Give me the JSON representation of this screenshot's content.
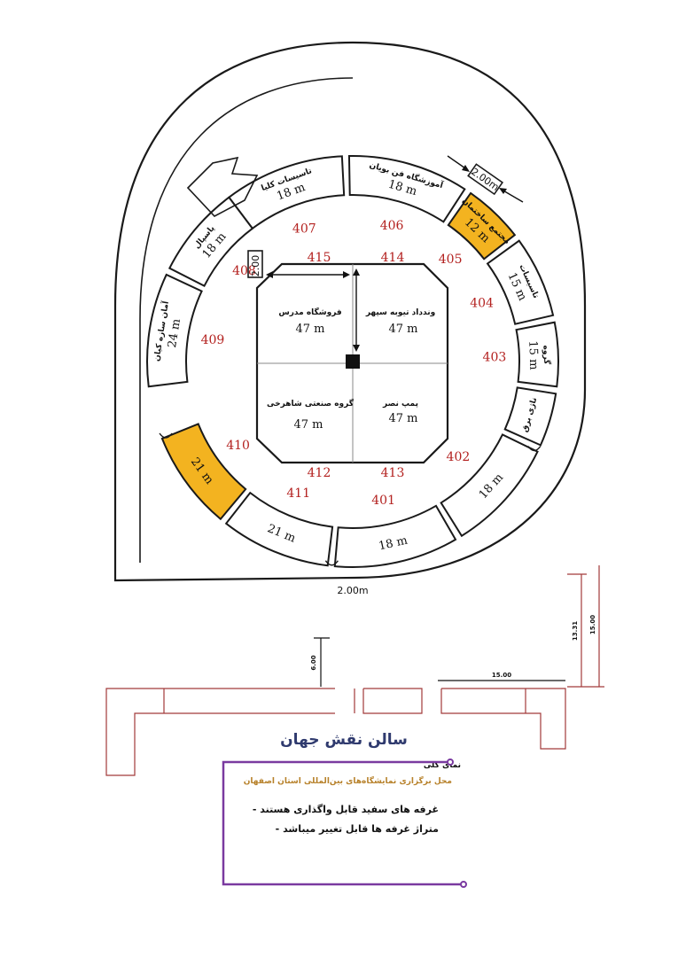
{
  "colors": {
    "highlight": "#f3b320",
    "booth": "#ffffff",
    "number": "#b3211f",
    "purple": "#7a3aa0",
    "title": "#2f3a6e"
  },
  "booths": [
    {
      "id": "407",
      "name": "تاسیسات کلیا",
      "size": "18 m",
      "highlight": false
    },
    {
      "id": "406",
      "name": "آموزشگاه فن بویان",
      "size": "18 m",
      "highlight": false
    },
    {
      "id": "405",
      "name": "مجتمع ساختمان",
      "size": "12 m",
      "highlight": true
    },
    {
      "id": "404",
      "name": "تاسیسات",
      "size": "15 m",
      "highlight": false
    },
    {
      "id": "403",
      "name": "گروه",
      "size": "15 m",
      "highlight": false
    },
    {
      "id": "402",
      "name": "",
      "size": "18 m",
      "highlight": false
    },
    {
      "id": "401",
      "name": "",
      "size": "18 m",
      "highlight": false
    },
    {
      "id": "411",
      "name": "",
      "size": "21 m",
      "highlight": false
    },
    {
      "id": "410",
      "name": "",
      "size": "21 m",
      "highlight": true
    },
    {
      "id": "409",
      "name": "آمان سازه کیان",
      "size": "24 m",
      "highlight": false
    },
    {
      "id": "408",
      "name": "پاسپال",
      "size": "18 m",
      "highlight": false
    }
  ],
  "small_booth": {
    "name": "ناژی برق"
  },
  "center": {
    "labels": {
      "top_left": "415",
      "top_right": "414",
      "bottom_left": "412",
      "bottom_right": "413"
    },
    "booths": [
      {
        "name": "فروشگاه مدرس",
        "size": "47 m"
      },
      {
        "name": "وندداد تیوبه سپهر",
        "size": "47 m"
      },
      {
        "name": "گروه صنعتی شاهرخی",
        "size": "47 m"
      },
      {
        "name": "پمپ نصر",
        "size": "47 m"
      }
    ],
    "dim_label": "2.00"
  },
  "dims": {
    "top_right": "2.00m",
    "bottom": "2.00m"
  },
  "lower_dims": {
    "a": "6.00",
    "b": "15.00",
    "c": "13.31",
    "d": "15.00"
  },
  "title": "سالن نقش جهان",
  "subtitle1": "نمای کلی",
  "subtitle2": "محل برگزاری نمایشگاه‌های بین‌المللی استان اصفهان",
  "notes": [
    "- غرفه های سفید قابل واگذاری هستند",
    "- متراژ غرفه ها قابل تغییر میباشد"
  ]
}
